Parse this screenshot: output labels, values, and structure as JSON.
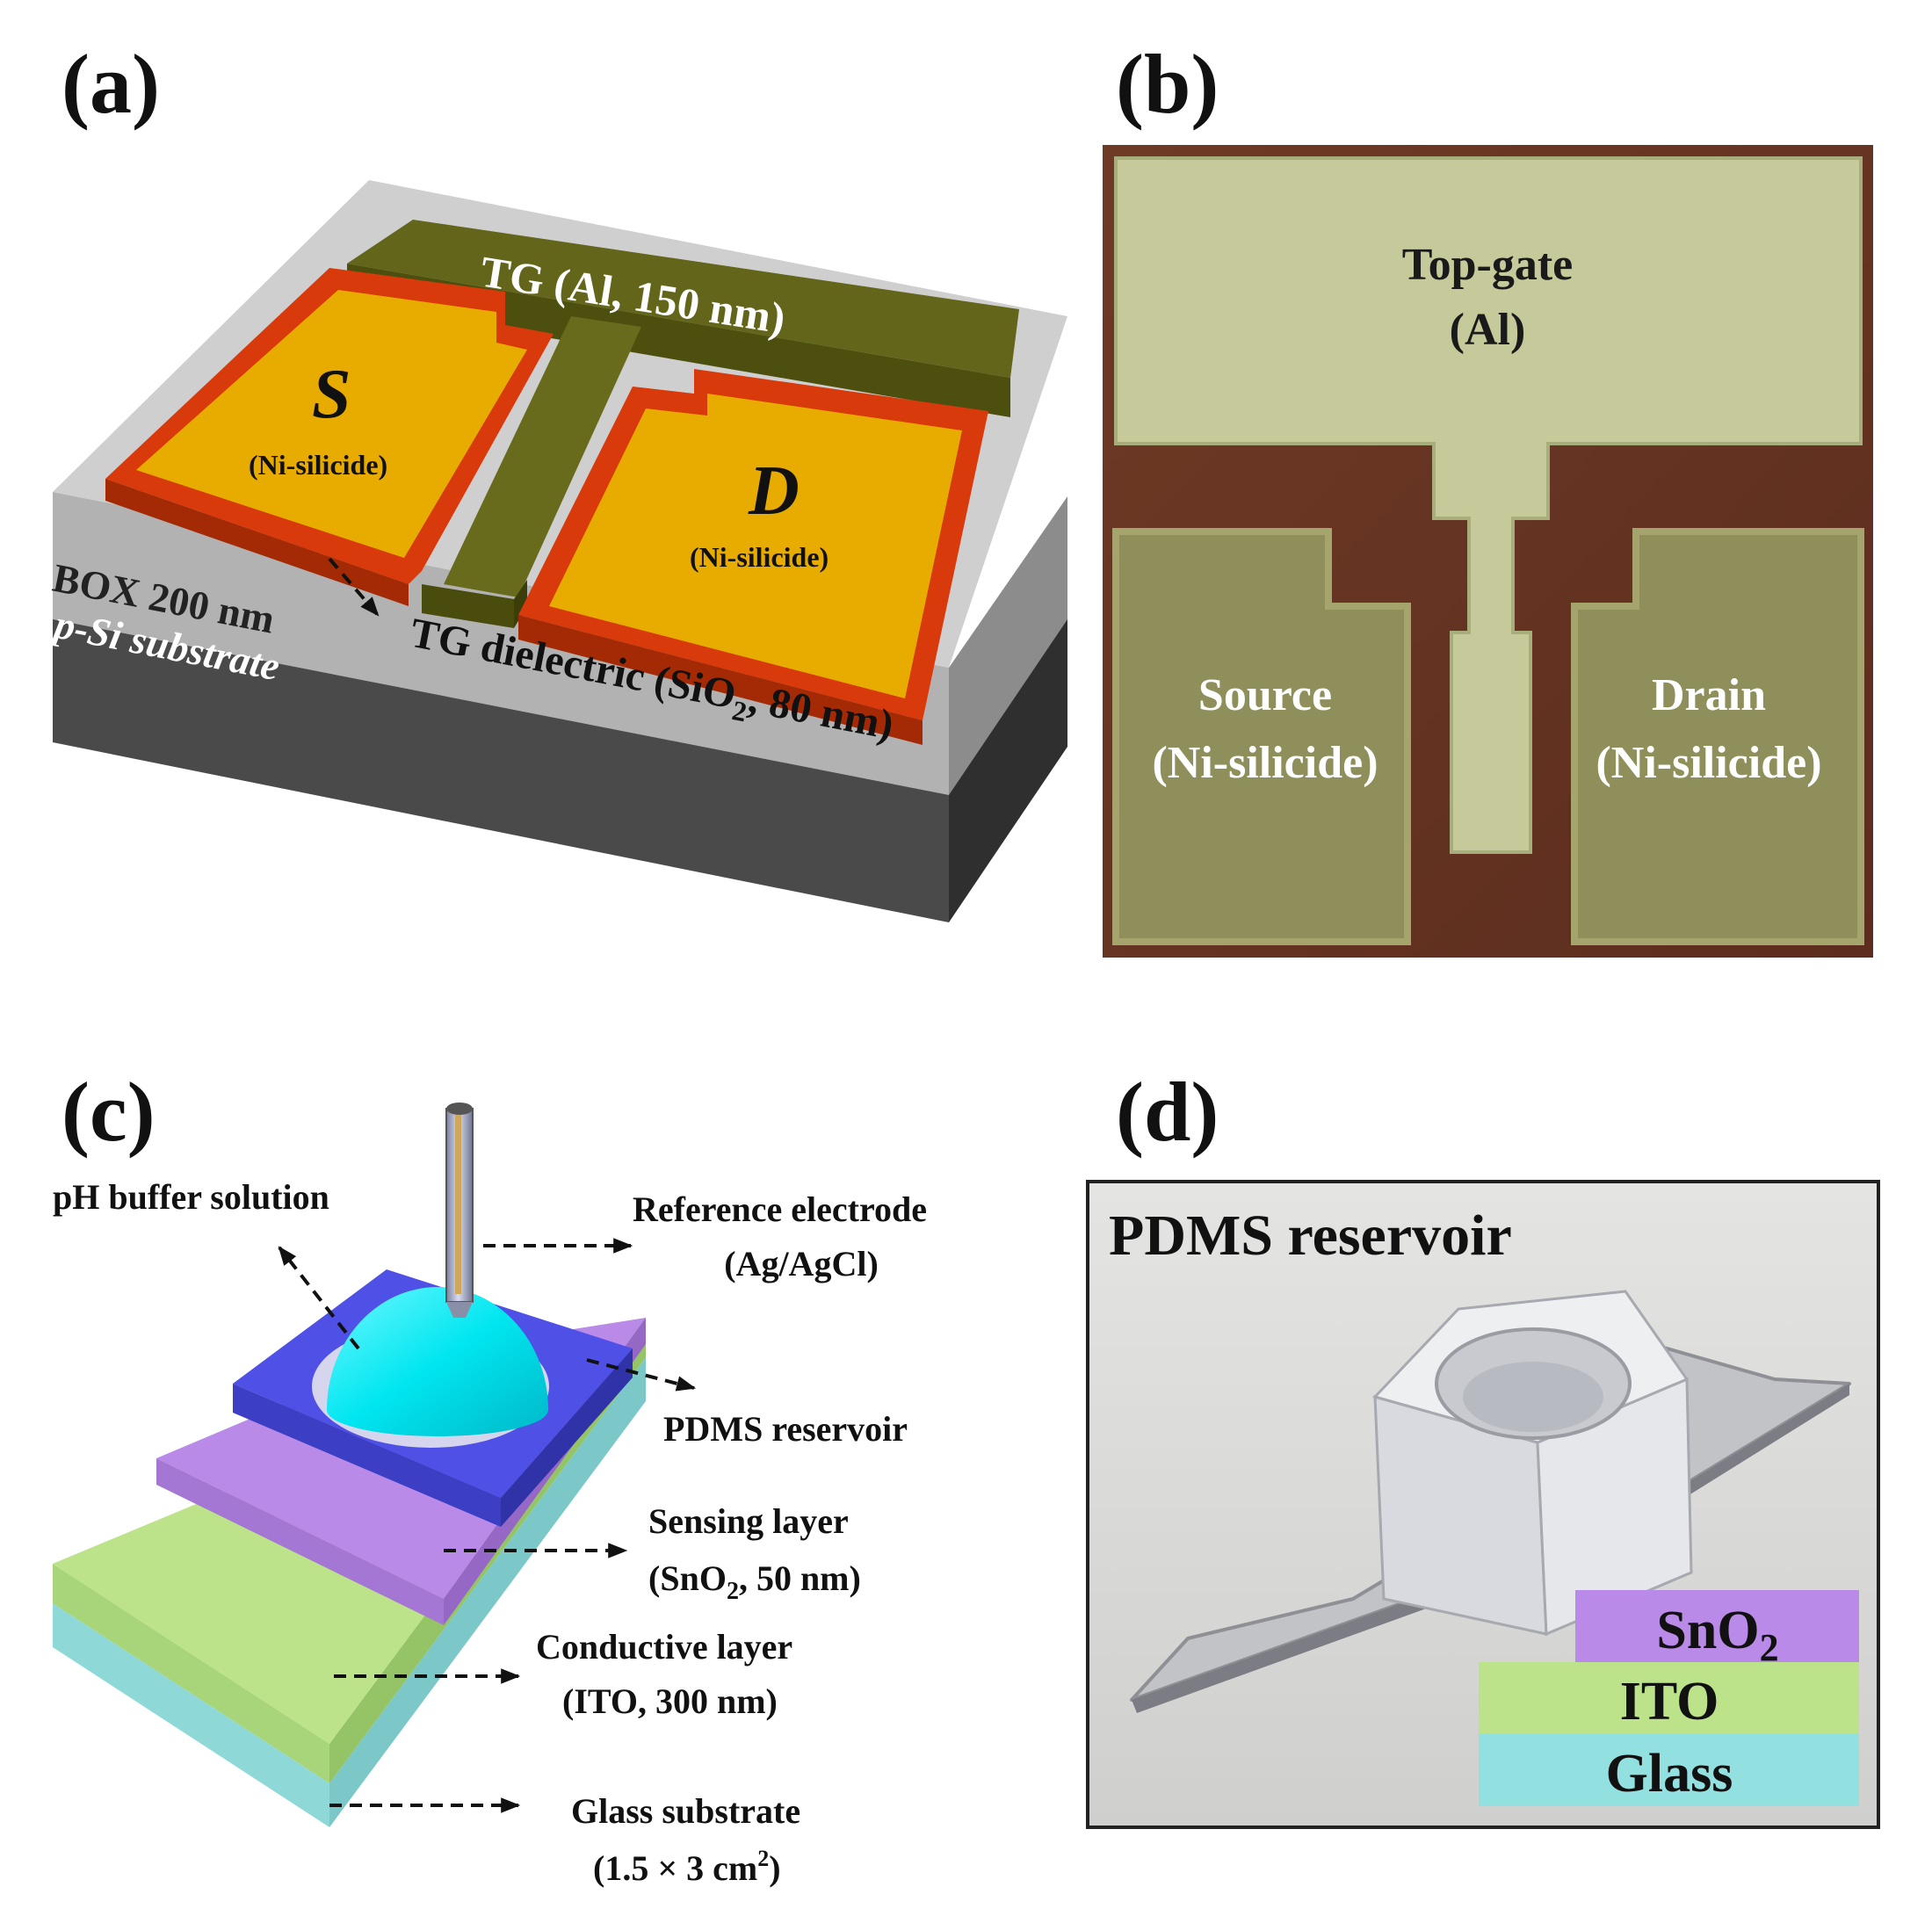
{
  "panels": {
    "a": {
      "label": "(a)",
      "tg": "TG (Al, 150 nm)",
      "s": "S",
      "s_mat": "(Ni-silicide)",
      "d": "D",
      "d_mat": "(Ni-silicide)",
      "box": "BOX 200 nm",
      "psi": "p-Si substrate",
      "dielectric_a": "TG dielectric (SiO",
      "dielectric_sub": "2",
      "dielectric_b": ", 80 nm)"
    },
    "b": {
      "label": "(b)",
      "top_gate": "Top-gate",
      "top_gate_mat": "(Al)",
      "source": "Source",
      "source_mat": "(Ni-silicide)",
      "drain": "Drain",
      "drain_mat": "(Ni-silicide)"
    },
    "c": {
      "label": "(c)",
      "ph": "pH buffer solution",
      "ref": "Reference electrode",
      "ref_mat": "(Ag/AgCl)",
      "pdms": "PDMS reservoir",
      "sensing": "Sensing layer",
      "sensing_mat_a": "(SnO",
      "sensing_mat_sub": "2",
      "sensing_mat_b": ", 50 nm)",
      "conductive": "Conductive layer",
      "conductive_mat": "(ITO, 300 nm)",
      "glass": "Glass substrate",
      "glass_mat_a": "(1.5 × 3 cm",
      "glass_mat_sup": "2",
      "glass_mat_b": ")"
    },
    "d": {
      "label": "(d)",
      "title": "PDMS reservoir",
      "sno2_a": "SnO",
      "sno2_sub": "2",
      "ito": "ITO",
      "glass": "Glass"
    }
  },
  "colors": {
    "tg": "#5c5e12",
    "silicide": "#e8ac00",
    "border_red": "#d83a0c",
    "box_gray": "#c4c4c4",
    "substrate": "#4a4a4a",
    "pdms": "#4e50e6",
    "sno2": "#b98ae8",
    "ito": "#bde38a",
    "glass": "#93e0e0",
    "drop": "#00e8f0"
  }
}
